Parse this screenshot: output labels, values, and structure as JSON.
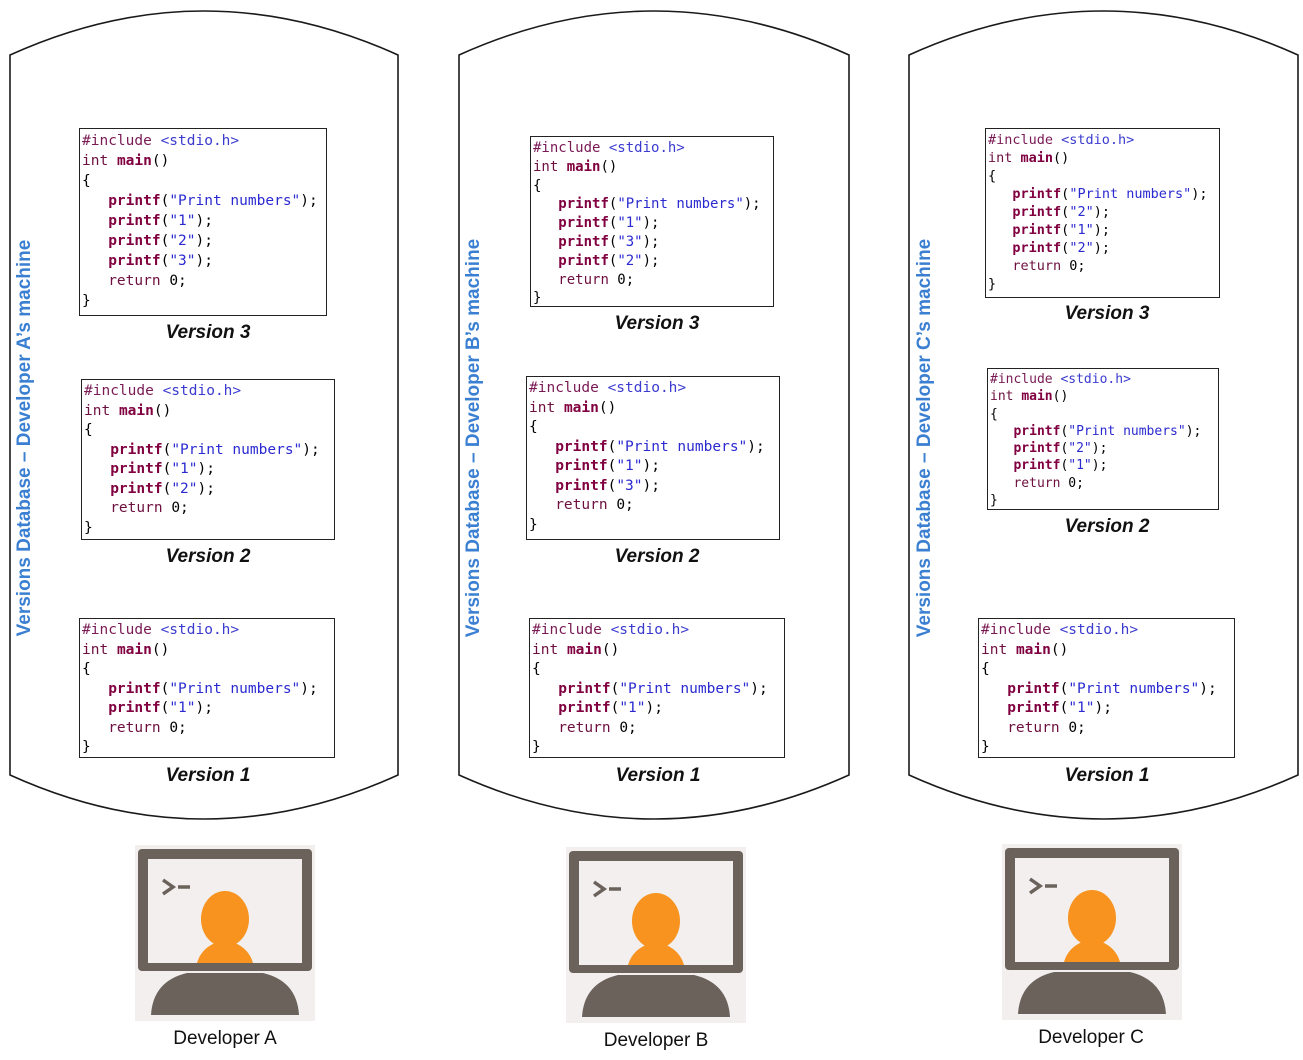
{
  "databases": [
    {
      "label": "Versions Database – Developer A’s machine",
      "developer": "Developer A",
      "versions": [
        {
          "name": "Version 3",
          "lines": [
            "#include <stdio.h>",
            "int main()",
            "{",
            "printf(\"Print numbers\");",
            "printf(\"1\");",
            "printf(\"2\");",
            "printf(\"3\");",
            "return 0;",
            "}"
          ]
        },
        {
          "name": "Version 2",
          "lines": [
            "#include <stdio.h>",
            "int main()",
            "{",
            "printf(\"Print numbers\");",
            "printf(\"1\");",
            "printf(\"2\");",
            "return 0;",
            "}"
          ]
        },
        {
          "name": "Version 1",
          "lines": [
            "#include <stdio.h>",
            "int main()",
            "{",
            "printf(\"Print numbers\");",
            "printf(\"1\");",
            "return 0;",
            "}"
          ]
        }
      ]
    },
    {
      "label": "Versions Database – Developer B’s machine",
      "developer": "Developer B",
      "versions": [
        {
          "name": "Version 3",
          "lines": [
            "#include <stdio.h>",
            "int main()",
            "{",
            "printf(\"Print numbers\");",
            "printf(\"1\");",
            "printf(\"3\");",
            "printf(\"2\");",
            "return 0;",
            "}"
          ]
        },
        {
          "name": "Version 2",
          "lines": [
            "#include <stdio.h>",
            "int main()",
            "{",
            "printf(\"Print numbers\");",
            "printf(\"1\");",
            "printf(\"3\");",
            "return 0;",
            "}"
          ]
        },
        {
          "name": "Version 1",
          "lines": [
            "#include <stdio.h>",
            "int main()",
            "{",
            "printf(\"Print numbers\");",
            "printf(\"1\");",
            "return 0;",
            "}"
          ]
        }
      ]
    },
    {
      "label": "Versions Database – Developer C’s machine",
      "developer": "Developer C",
      "versions": [
        {
          "name": "Version 3",
          "lines": [
            "#include <stdio.h>",
            "int main()",
            "{",
            "printf(\"Print numbers\");",
            "printf(\"2\");",
            "printf(\"1\");",
            "printf(\"2\");",
            "return 0;",
            "}"
          ]
        },
        {
          "name": "Version 2",
          "lines": [
            "#include <stdio.h>",
            "int main()",
            "{",
            "printf(\"Print numbers\");",
            "printf(\"2\");",
            "printf(\"1\");",
            "return 0;",
            "}"
          ]
        },
        {
          "name": "Version 1",
          "lines": [
            "#include <stdio.h>",
            "int main()",
            "{",
            "printf(\"Print numbers\");",
            "printf(\"1\");",
            "return 0;",
            "}"
          ]
        }
      ]
    }
  ],
  "colors": {
    "db_label": "#3a7fd1",
    "person": "#f7931e",
    "monitor_frame": "#6b625c",
    "monitor_screen": "#f2efee"
  },
  "icons": [
    "terminal-icon",
    "person-icon"
  ]
}
